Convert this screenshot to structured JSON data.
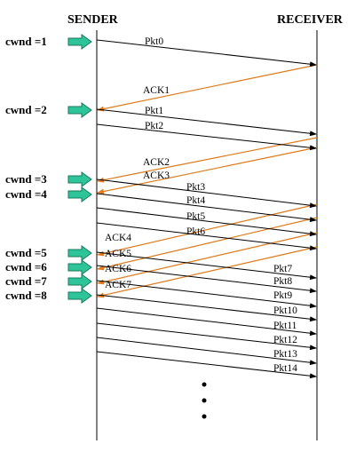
{
  "headers": {
    "sender": "SENDER",
    "receiver": "RECEIVER"
  },
  "colors": {
    "packet_arrow": "#000000",
    "ack_arrow": "#e07a1a",
    "cwnd_arrow": "#2ec49a",
    "cwnd_arrow_border": "#1a7a5e"
  },
  "cwnd_labels": [
    "cwnd =1",
    "cwnd =2",
    "cwnd =3",
    "cwnd =4",
    "cwnd =5",
    "cwnd =6",
    "cwnd =7",
    "cwnd =8"
  ],
  "packets": [
    "Pkt0",
    "Pkt1",
    "Pkt2",
    "Pkt3",
    "Pkt4",
    "Pkt5",
    "Pkt6",
    "Pkt7",
    "Pkt8",
    "Pkt9",
    "Pkt10",
    "Pkt11",
    "Pkt12",
    "Pkt13",
    "Pkt14"
  ],
  "acks": [
    "ACK1",
    "ACK2",
    "ACK3",
    "ACK4",
    "ACK5",
    "ACK6",
    "ACK7"
  ],
  "continuation": "⋮"
}
